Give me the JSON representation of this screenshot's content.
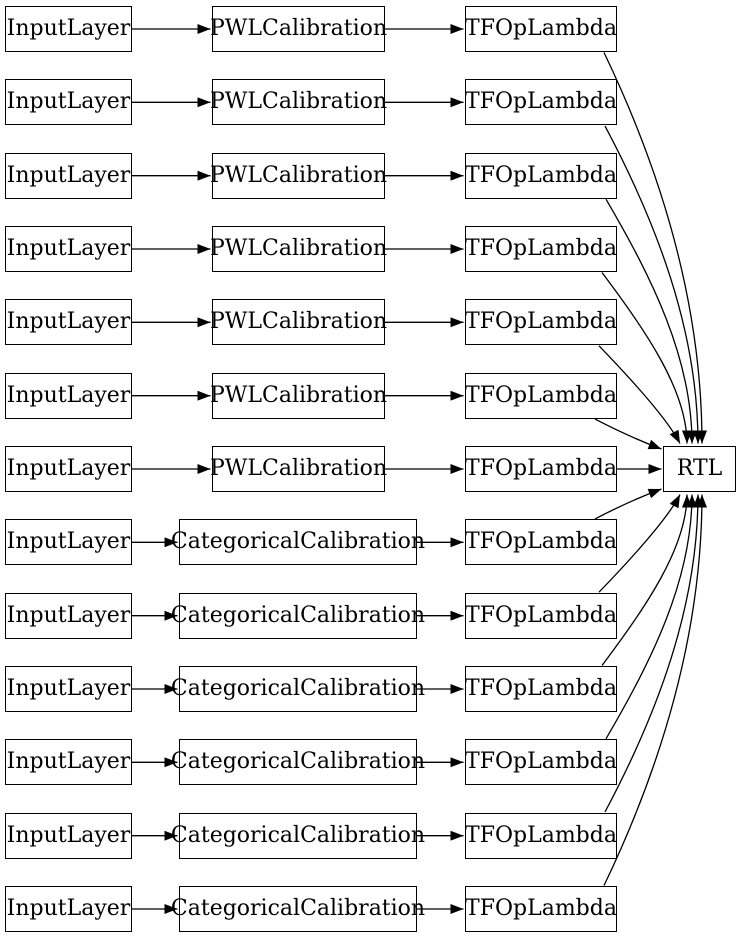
{
  "diagram": {
    "colors": {
      "background": "#ffffff",
      "node_fill": "#ffffff",
      "node_border": "#000000",
      "edge": "#000000",
      "text": "#000000"
    },
    "output_node": {
      "label": "RTL"
    },
    "rows": [
      {
        "input": "InputLayer",
        "calibration": "PWLCalibration",
        "lambda": "TFOpLambda"
      },
      {
        "input": "InputLayer",
        "calibration": "PWLCalibration",
        "lambda": "TFOpLambda"
      },
      {
        "input": "InputLayer",
        "calibration": "PWLCalibration",
        "lambda": "TFOpLambda"
      },
      {
        "input": "InputLayer",
        "calibration": "PWLCalibration",
        "lambda": "TFOpLambda"
      },
      {
        "input": "InputLayer",
        "calibration": "PWLCalibration",
        "lambda": "TFOpLambda"
      },
      {
        "input": "InputLayer",
        "calibration": "PWLCalibration",
        "lambda": "TFOpLambda"
      },
      {
        "input": "InputLayer",
        "calibration": "PWLCalibration",
        "lambda": "TFOpLambda"
      },
      {
        "input": "InputLayer",
        "calibration": "CategoricalCalibration",
        "lambda": "TFOpLambda"
      },
      {
        "input": "InputLayer",
        "calibration": "CategoricalCalibration",
        "lambda": "TFOpLambda"
      },
      {
        "input": "InputLayer",
        "calibration": "CategoricalCalibration",
        "lambda": "TFOpLambda"
      },
      {
        "input": "InputLayer",
        "calibration": "CategoricalCalibration",
        "lambda": "TFOpLambda"
      },
      {
        "input": "InputLayer",
        "calibration": "CategoricalCalibration",
        "lambda": "TFOpLambda"
      },
      {
        "input": "InputLayer",
        "calibration": "CategoricalCalibration",
        "lambda": "TFOpLambda"
      }
    ]
  }
}
